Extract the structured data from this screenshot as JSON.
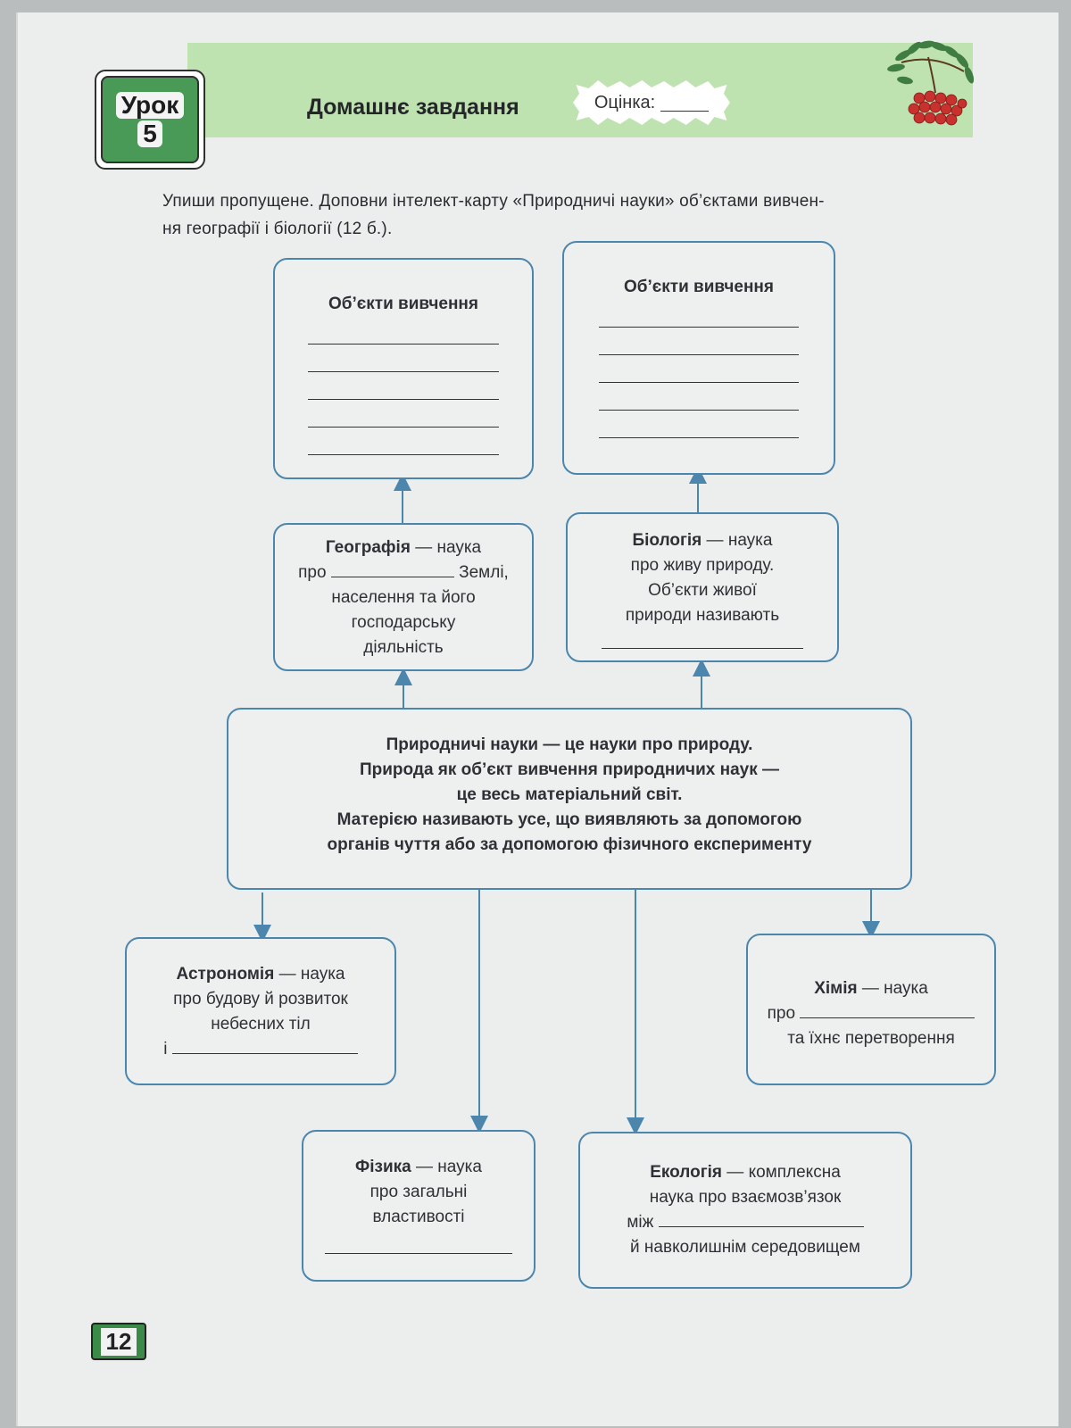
{
  "header": {
    "lesson_word": "Урок",
    "lesson_number": "5",
    "title": "Домашнє завдання",
    "grade_label": "Оцінка:"
  },
  "instruction": {
    "line1": "Упиши пропущене. Доповни інтелект-карту «Природничі науки» об’єктами вивчен-",
    "line2": "ня географії і біології (12 б.)."
  },
  "objects_left": {
    "heading": "Об’єкти вивчення"
  },
  "objects_right": {
    "heading": "Об’єкти вивчення"
  },
  "geography": {
    "term": "Географія",
    "rest1": " — наука",
    "pro": "про",
    "earth": "Землі,",
    "line3": "населення та його",
    "line4": "господарську",
    "line5": "діяльність"
  },
  "biology": {
    "term": "Біологія",
    "rest1": " — наука",
    "line2": "про живу природу.",
    "line3": "Об’єкти живої",
    "line4": "природи називають"
  },
  "central": {
    "line1": "Природничі науки — це науки про природу.",
    "line2": "Природа як об’єкт вивчення природничих наук —",
    "line3": "це весь матеріальний світ.",
    "line4": "Матерією називають усе, що виявляють за допомогою",
    "line5": "органів чуття або за допомогою фізичного експерименту"
  },
  "astronomy": {
    "term": "Астрономія",
    "rest1": " — наука",
    "line2": "про будову й розвиток",
    "line3": "небесних тіл",
    "line4": "і"
  },
  "chemistry": {
    "term": "Хімія",
    "rest1": " — наука",
    "pro": "про",
    "line3": "та їхнє перетворення"
  },
  "physics": {
    "term": "Фізика",
    "rest1": " — наука",
    "line2": "про загальні",
    "line3": "властивості"
  },
  "ecology": {
    "term": "Екологія",
    "rest1": " — комплексна",
    "line2": "наука про взаємозв’язок",
    "between": "між",
    "line4": "й навколишнім середовищем"
  },
  "page_number": "12",
  "colors": {
    "banner": "#bfe3b0",
    "box_border": "#4c86ad",
    "lesson_green": "#4a9a57"
  }
}
